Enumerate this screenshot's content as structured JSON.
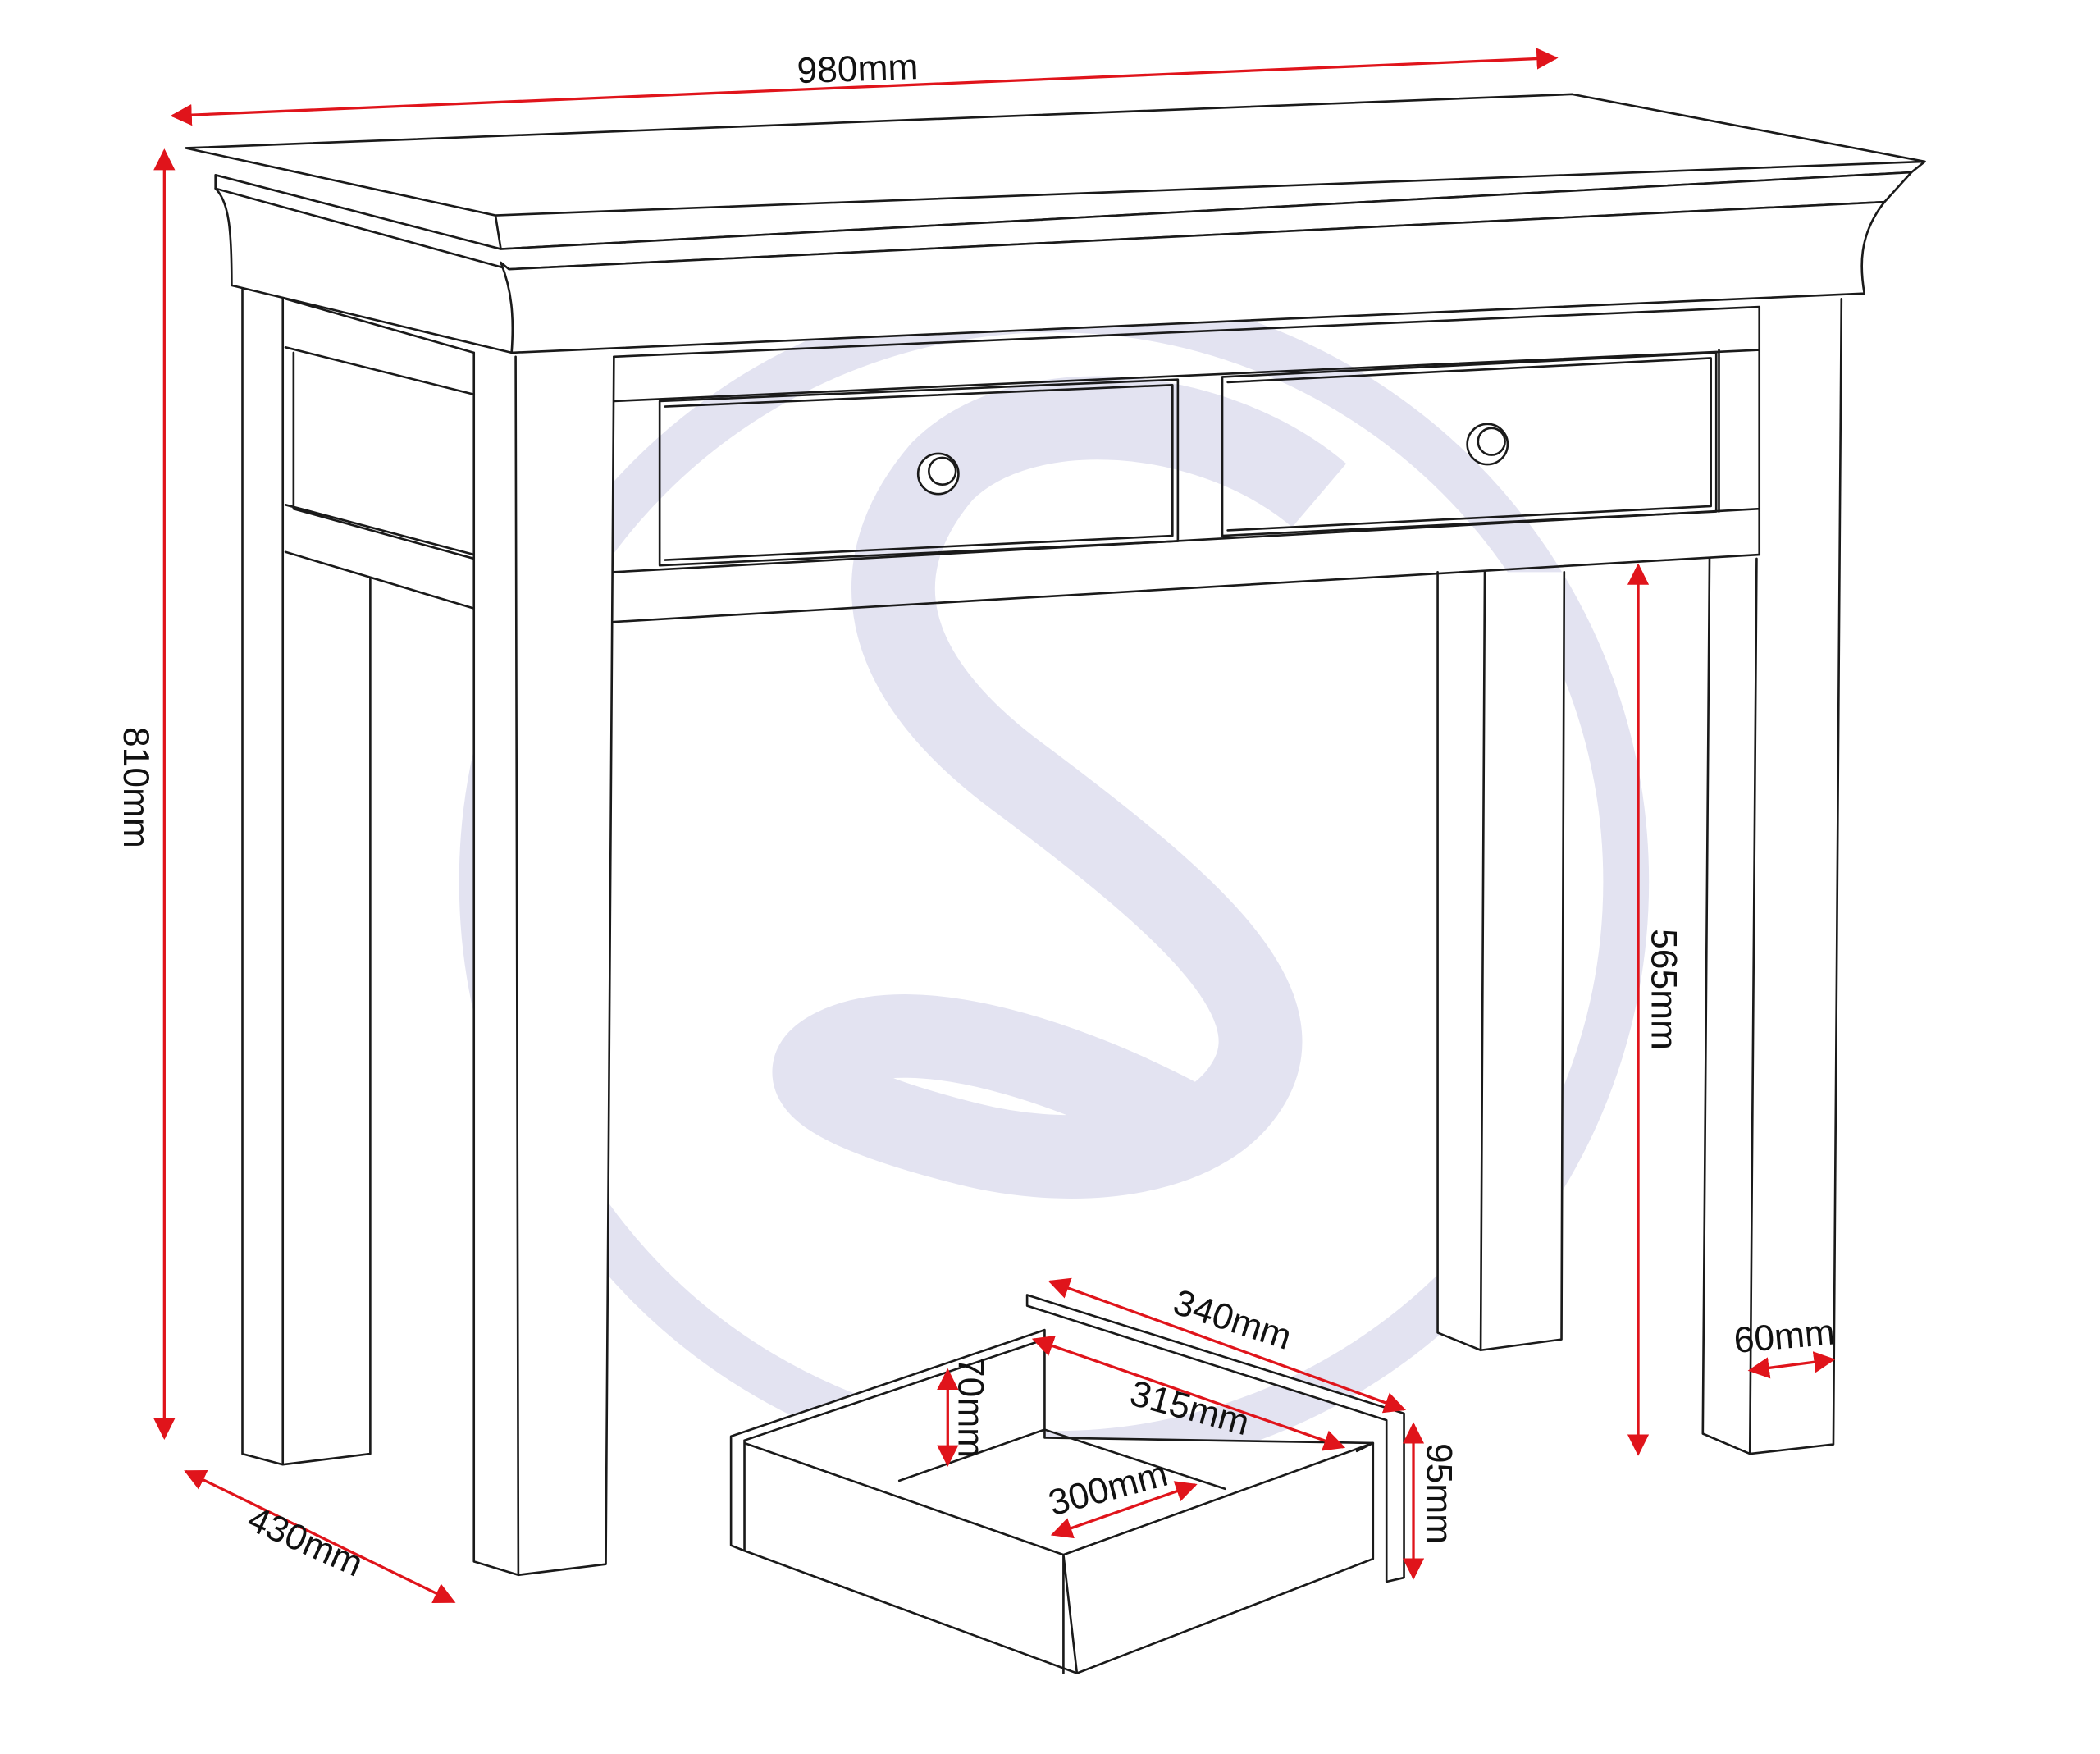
{
  "title": "Console table dimension drawing",
  "colors": {
    "dimension": "#e0141b",
    "outline": "#1a1a1a",
    "watermark": "#e3e3f1"
  },
  "watermark": {
    "icon": "s-logo-circle"
  },
  "dimensions": {
    "width": "980mm",
    "height": "810mm",
    "depth": "430mm",
    "leg_clearance": "565mm",
    "leg_width": "60mm",
    "drawer_outer_depth": "340mm",
    "drawer_inner_depth": "315mm",
    "drawer_inner_height": "70mm",
    "drawer_inner_width": "300mm",
    "drawer_outer_height": "95mm"
  }
}
